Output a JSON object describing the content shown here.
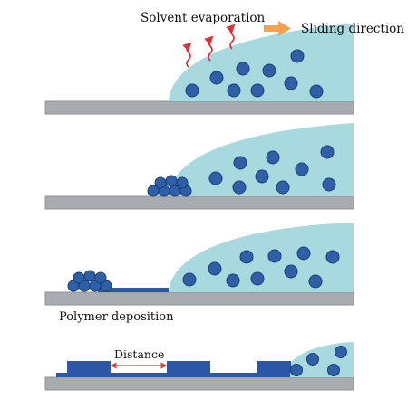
{
  "labels": {
    "solvent_evaporation": "Solvent evaporation",
    "sliding_direction": "Sliding direction",
    "polymer_deposition": "Polymer deposition",
    "distance": "Distance"
  },
  "icons": {
    "vapor": "wavy-vapor-arrow",
    "direction": "orange-right-arrow",
    "distance": "double-headed-arrow"
  },
  "colors": {
    "substrate": "#a8acb0",
    "substrate_edge": "#8f9499",
    "solution": "#a7d9de",
    "particle_fill": "#2f5fa7",
    "particle_stroke": "#1d3f78",
    "polymer_film": "#2c56a6",
    "vapor_arrow": "#d8323a",
    "direction_arrow": "#f5a04f",
    "distance_arrow": "#e04040",
    "text": "#111111"
  }
}
